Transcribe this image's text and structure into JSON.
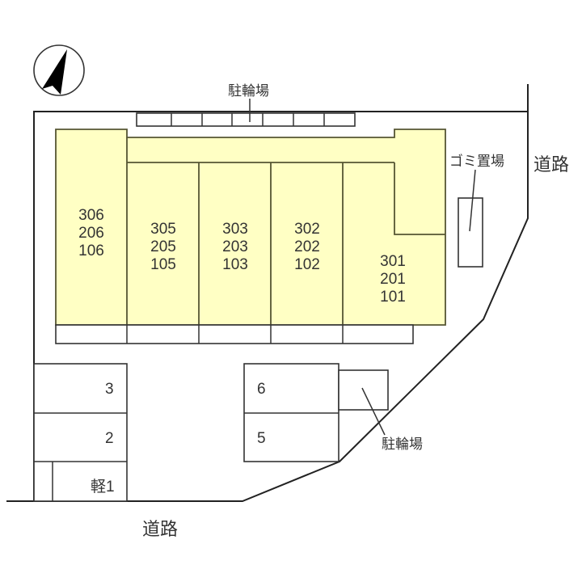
{
  "labels": {
    "bicycle_parking_top": "駐輪場",
    "bicycle_parking_bottom": "駐輪場",
    "garbage_area": "ゴミ置場",
    "road_east": "道路",
    "road_south": "道路"
  },
  "building": {
    "fill_color": "#FFFFC4",
    "units": [
      {
        "id": "unit-306",
        "lines": [
          "306",
          "206",
          "106"
        ]
      },
      {
        "id": "unit-305",
        "lines": [
          "305",
          "205",
          "105"
        ]
      },
      {
        "id": "unit-303",
        "lines": [
          "303",
          "203",
          "103"
        ]
      },
      {
        "id": "unit-302",
        "lines": [
          "302",
          "202",
          "102"
        ]
      },
      {
        "id": "unit-301",
        "lines": [
          "301",
          "201",
          "101"
        ]
      }
    ]
  },
  "parking": {
    "left": [
      {
        "label": "3"
      },
      {
        "label": "2"
      },
      {
        "label": "軽1"
      }
    ],
    "right": [
      {
        "label": "6"
      },
      {
        "label": "5"
      }
    ]
  },
  "compass": {
    "direction": "north-arrow"
  }
}
